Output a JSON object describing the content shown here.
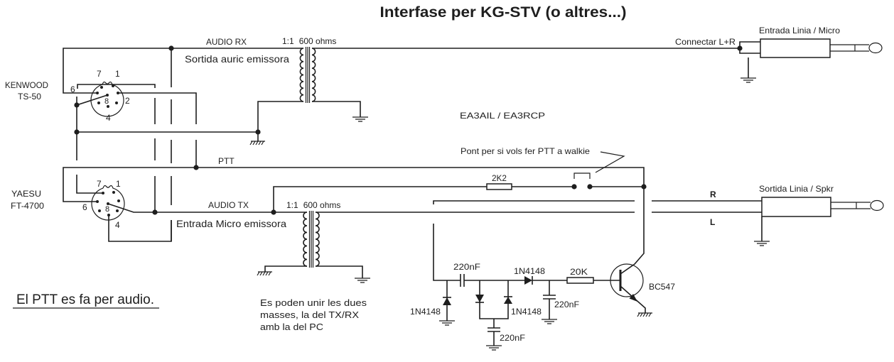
{
  "title": "Interfase per KG-STV (o altres...)",
  "credits": "EA3AIL / EA3RCP",
  "colors": {
    "ink": "#1e1e1e",
    "background": "#ffffff"
  },
  "radios": {
    "kenwood": {
      "brand": "KENWOOD",
      "model": "TS-50",
      "pins": {
        "p7": "7",
        "p1": "1",
        "p6": "6",
        "p2": "2",
        "p8": "8",
        "p4": "4"
      }
    },
    "yaesu": {
      "brand": "YAESU",
      "model": "FT-4700",
      "pins": {
        "p7": "7",
        "p1": "1",
        "p6": "6",
        "p8": "8",
        "p4": "4"
      }
    }
  },
  "signals": {
    "audio_rx": "AUDIO RX",
    "audio_rx_desc": "Sortida auric emissora",
    "audio_tx": "AUDIO TX",
    "audio_tx_desc": "Entrada Micro emissora",
    "ptt": "PTT"
  },
  "transformers": [
    {
      "ratio": "1:1",
      "impedance": "600 ohms"
    },
    {
      "ratio": "1:1",
      "impedance": "600 ohms"
    }
  ],
  "jacks": {
    "input": {
      "label": "Entrada Linia / Micro",
      "connect_note": "Connectar L+R"
    },
    "output": {
      "label": "Sortida Linia / Spkr",
      "channel_r": "R",
      "channel_l": "L"
    }
  },
  "ptt_bridge": {
    "note": "Pont per si vols fer PTT a walkie",
    "resistor": "2K2"
  },
  "detector": {
    "c_input": "220nF",
    "d_shunt": "1N4148",
    "d_pair": "1N4148",
    "c_pair": "220nF",
    "d_series": "1N4148",
    "c_filter": "220nF",
    "r_base": "20K",
    "transistor": "BC547"
  },
  "notes": {
    "ptt_audio": "El PTT es fa per audio.",
    "ground": [
      "Es poden unir les dues",
      "masses, la del TX/RX",
      "amb la del PC"
    ]
  }
}
